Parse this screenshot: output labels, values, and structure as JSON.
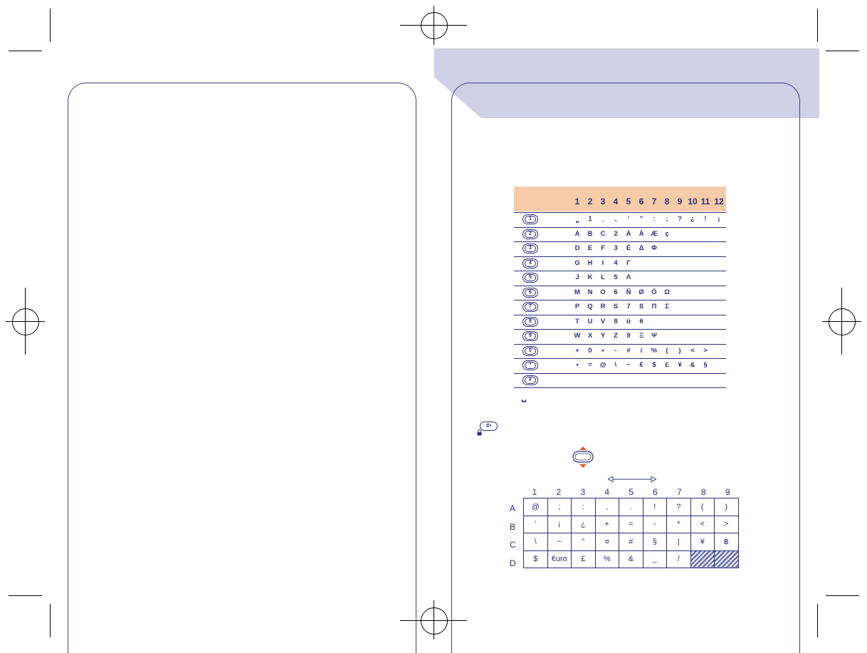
{
  "char_table": {
    "columns": [
      "1",
      "2",
      "3",
      "4",
      "5",
      "6",
      "7",
      "8",
      "9",
      "10",
      "11",
      "12"
    ],
    "rows": [
      {
        "key": "1",
        "key_icon": "key-1-voicemail-icon",
        "chars": [
          "⎵",
          "1",
          "_",
          ",",
          "'",
          "\"",
          ":",
          ";",
          "?",
          "¿",
          "!",
          "¡"
        ]
      },
      {
        "key": "2",
        "key_icon": "key-2-icon",
        "chars": [
          "A",
          "B",
          "C",
          "2",
          "Á",
          "Ä",
          "Æ",
          "ç"
        ]
      },
      {
        "key": "3",
        "key_icon": "key-3-icon",
        "chars": [
          "D",
          "E",
          "F",
          "3",
          "É",
          "Δ",
          "Φ"
        ]
      },
      {
        "key": "4",
        "key_icon": "key-4-icon",
        "chars": [
          "G",
          "H",
          "I",
          "4",
          "Γ"
        ]
      },
      {
        "key": "5",
        "key_icon": "key-5-icon",
        "chars": [
          "J",
          "K",
          "L",
          "5",
          "Λ"
        ]
      },
      {
        "key": "6",
        "key_icon": "key-6-icon",
        "chars": [
          "M",
          "N",
          "O",
          "6",
          "Ñ",
          "Ø",
          "Ö",
          "Ω"
        ]
      },
      {
        "key": "7",
        "key_icon": "key-7-icon",
        "chars": [
          "P",
          "Q",
          "R",
          "S",
          "7",
          "ß",
          "Π",
          "Σ"
        ]
      },
      {
        "key": "8",
        "key_icon": "key-8-icon",
        "chars": [
          "T",
          "U",
          "V",
          "8",
          "ü",
          "θ"
        ]
      },
      {
        "key": "9",
        "key_icon": "key-9-icon",
        "chars": [
          "W",
          "X",
          "Y",
          "Z",
          "9",
          "Ξ",
          "Ψ"
        ]
      },
      {
        "key": "0",
        "key_icon": "key-0-icon",
        "chars": [
          "+",
          "0",
          "•",
          "-",
          "#",
          "/",
          "%",
          "(",
          ")",
          "<",
          ">"
        ]
      },
      {
        "key": "*",
        "key_icon": "key-star-icon",
        "chars": [
          "•",
          "=",
          "@",
          "\\",
          "~",
          "€",
          "$",
          "£",
          "¥",
          "&",
          "§"
        ]
      },
      {
        "key": "#",
        "key_icon": "key-hash-icon",
        "chars": []
      }
    ],
    "space_symbol": "⎵"
  },
  "hash_key_label": "#•",
  "symbol_grid": {
    "col_labels": [
      "1",
      "2",
      "3",
      "4",
      "5",
      "6",
      "7",
      "8",
      "9"
    ],
    "row_labels": [
      "A",
      "B",
      "C",
      "D"
    ],
    "cells": [
      [
        "@",
        ";",
        ":",
        ",",
        ".",
        "!",
        "?",
        "(",
        ")"
      ],
      [
        "'",
        "¡",
        "¿",
        "+",
        "=",
        "-",
        "*",
        "<",
        ">"
      ],
      [
        "\\",
        "~",
        "\"",
        "¤",
        "#",
        "§",
        "|",
        "¥",
        "฿"
      ],
      [
        "$",
        "€uro",
        "£",
        "%",
        "&",
        "_",
        "/",
        "",
        ""
      ]
    ],
    "hatched_cells": [
      [
        3,
        7
      ],
      [
        3,
        8
      ]
    ]
  },
  "colors": {
    "banner": "#cfcfe5",
    "table_header": "#f6cba8",
    "ink": "#2a2f78",
    "arrow": "#e05a1e"
  }
}
